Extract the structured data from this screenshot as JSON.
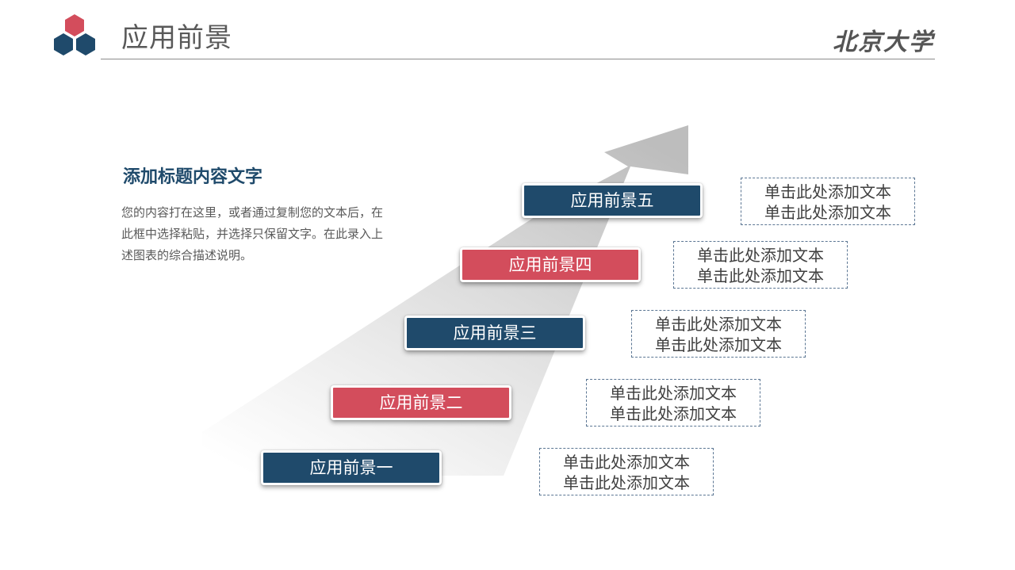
{
  "header": {
    "title": "应用前景",
    "university_logo_text": "北京大学"
  },
  "intro": {
    "title": "添加标题内容文字",
    "body": "您的内容打在这里，或者通过复制您的文本后，在此框中选择粘贴，并选择只保留文字。在此录入上述图表的综合描述说明。"
  },
  "colors": {
    "blue": "#1f4a6b",
    "red": "#d34d5c",
    "arrow_gray": "#c8c8c8",
    "text_gray": "#595959"
  },
  "steps": [
    {
      "label": "应用前景一",
      "color": "blue",
      "desc_line1": "单击此处添加文本",
      "desc_line2": "单击此处添加文本"
    },
    {
      "label": "应用前景二",
      "color": "red",
      "desc_line1": "单击此处添加文本",
      "desc_line2": "单击此处添加文本"
    },
    {
      "label": "应用前景三",
      "color": "blue",
      "desc_line1": "单击此处添加文本",
      "desc_line2": "单击此处添加文本"
    },
    {
      "label": "应用前景四",
      "color": "red",
      "desc_line1": "单击此处添加文本",
      "desc_line2": "单击此处添加文本"
    },
    {
      "label": "应用前景五",
      "color": "blue",
      "desc_line1": "单击此处添加文本",
      "desc_line2": "单击此处添加文本"
    }
  ]
}
